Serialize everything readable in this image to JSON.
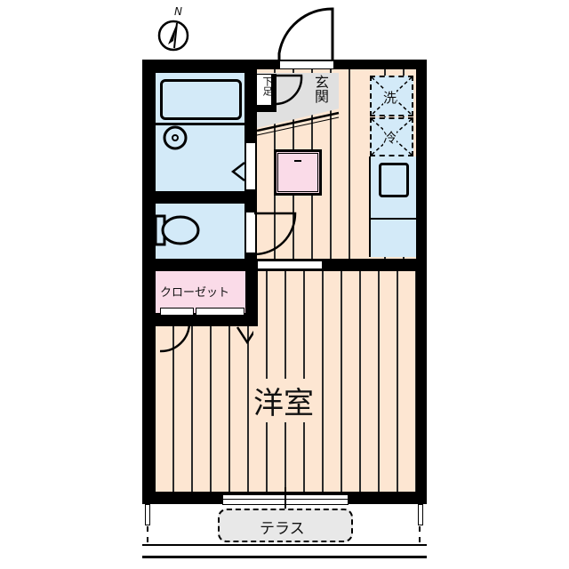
{
  "compass": {
    "direction_label": "N"
  },
  "rooms": {
    "main_room": {
      "label": "洋室"
    },
    "closet": {
      "label": "クローゼット"
    },
    "entrance": {
      "label": "玄関"
    },
    "shoe_box": {
      "label": "下足"
    },
    "washer": {
      "label": "洗"
    },
    "fridge": {
      "label": "冷"
    },
    "terrace": {
      "label": "テラス"
    }
  },
  "colors": {
    "wall": "#000000",
    "floor_wood": "#fde6d2",
    "wet_area": "#d3eaf8",
    "closet": "#fadbe8",
    "entrance": "#e0e0e0",
    "terrace": "#e8e8e8"
  }
}
